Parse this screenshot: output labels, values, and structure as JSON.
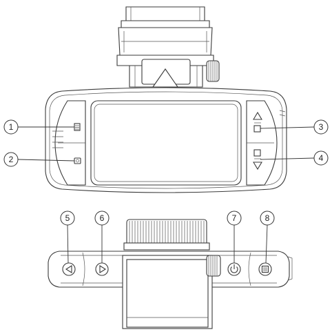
{
  "callouts": [
    {
      "number": "1"
    },
    {
      "number": "2"
    },
    {
      "number": "3"
    },
    {
      "number": "4"
    },
    {
      "number": "5"
    },
    {
      "number": "6"
    },
    {
      "number": "7"
    },
    {
      "number": "8"
    }
  ],
  "colors": {
    "line": "#3a3a3a",
    "background": "#ffffff"
  }
}
